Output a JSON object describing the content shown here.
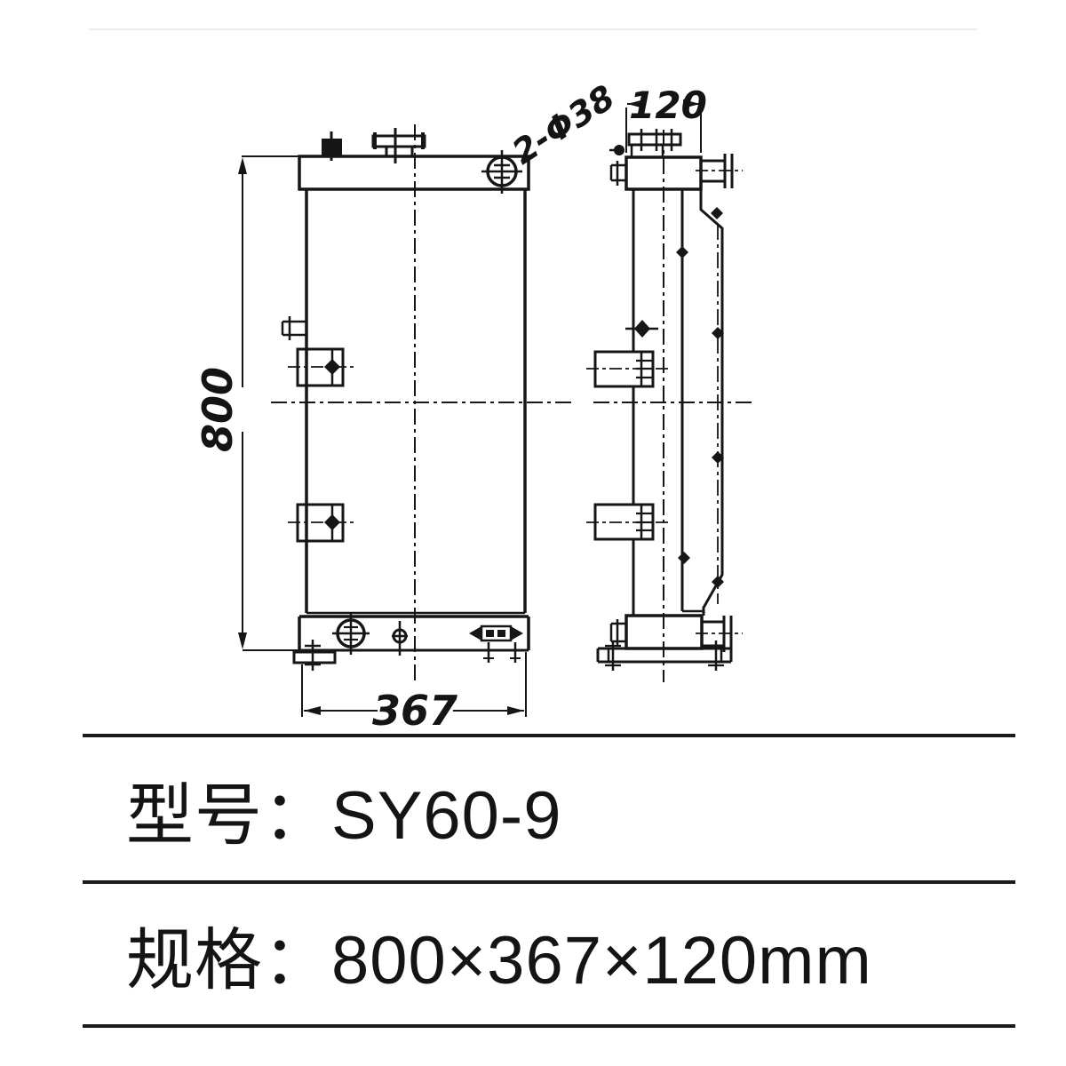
{
  "drawing": {
    "front_view": {
      "height_dim": "800",
      "width_dim": "367",
      "hole_label": "2-Φ38"
    },
    "side_view": {
      "depth_dim": "120"
    }
  },
  "spec_table": {
    "rows": [
      {
        "label": "型号",
        "value": "SY60-9",
        "text": "型号：SY60-9"
      },
      {
        "label": "规格",
        "value": "800×367×120mm",
        "text": "规格：800×367×120mm"
      }
    ]
  },
  "colors": {
    "ink": "#161616",
    "paper": "#ffffff",
    "separator": "#1b1b1b",
    "faint_rule": "#ececec"
  }
}
